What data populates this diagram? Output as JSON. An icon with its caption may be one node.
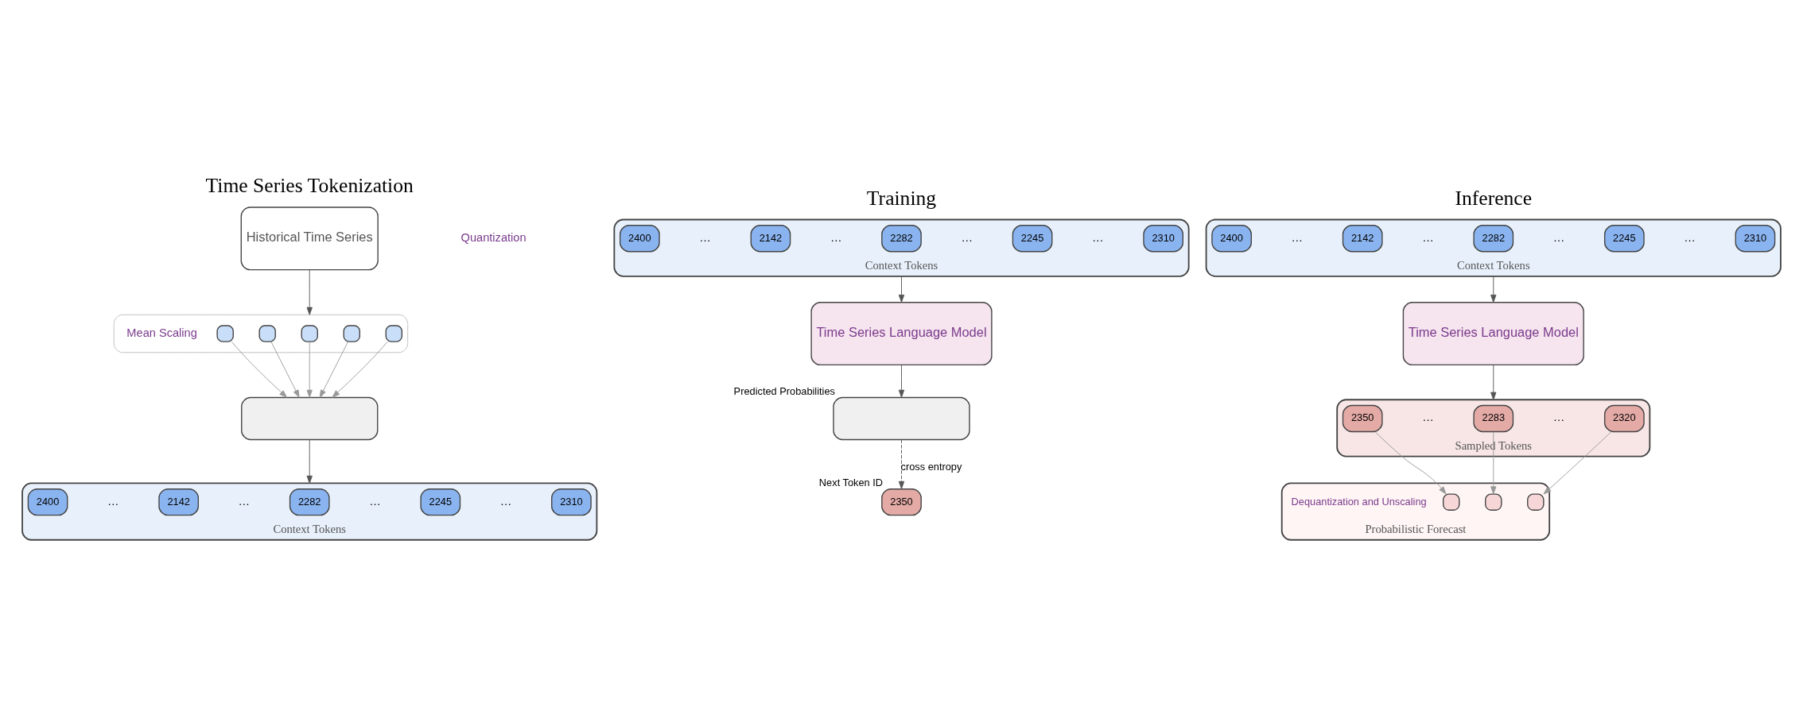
{
  "diagram": {
    "nodes": [
      {
        "text": [
          "Historical Time Series"
        ]
      },
      {
        "text": [],
        "shape": "picture"
      },
      {
        "text": [],
        "shape": "box",
        "in": 1
      },
      {
        "text": [],
        "shape": "box",
        "in": 1
      },
      {
        "text": [],
        "shape": "box",
        "in": 1
      },
      {
        "text": [],
        "shape": "box",
        "in": 1
      },
      {
        "text": [],
        "shape": "box",
        "in": 1
      },
      {
        "text": [],
        "shape": "box"
      },
      {
        "text": [
          "Context Tokens"
        ]
      },
      {
        "text": [
          "2400"
        ],
        "in": 8
      },
      {
        "text": [
          "2142"
        ],
        "in": 8
      },
      {
        "text": [
          "2282"
        ],
        "in": 8
      },
      {
        "text": [
          "2245"
        ],
        "in": 8
      },
      {
        "text": [
          "2310"
        ],
        "in": 8
      },
      {
        "text": [
          "Context Tokens"
        ]
      },
      {
        "text": [
          "2400"
        ],
        "in": 14
      },
      {
        "text": [
          "2142"
        ],
        "in": 14
      },
      {
        "text": [
          "2282"
        ],
        "in": 14
      },
      {
        "text": [
          "2245"
        ],
        "in": 14
      },
      {
        "text": [
          "2310"
        ],
        "in": 14
      },
      {
        "text": [
          "Time Series Language Model"
        ]
      },
      {
        "text": [],
        "shape": "box",
        "beside": [
          "Predicted Probabilities"
        ]
      },
      {
        "text": [
          "2350"
        ],
        "beside": [
          "Next Token ID"
        ]
      },
      {
        "text": [
          "Context Tokens"
        ]
      },
      {
        "text": [
          "2400"
        ],
        "in": 23
      },
      {
        "text": [
          "2142"
        ],
        "in": 23
      },
      {
        "text": [
          "2282"
        ],
        "in": 23
      },
      {
        "text": [
          "2245"
        ],
        "in": 23
      },
      {
        "text": [
          "2310"
        ],
        "in": 23
      },
      {
        "text": [
          "Time Series Language Model"
        ]
      },
      {
        "text": [
          "Sampled Tokens"
        ]
      },
      {
        "text": [
          "2350"
        ],
        "in": 30
      },
      {
        "text": [
          "2283"
        ],
        "in": 30
      },
      {
        "text": [
          "2320"
        ],
        "in": 30
      },
      {
        "text": [
          "Probabilistic Forecast"
        ],
        "beside": [
          "Dequantization and Unscaling"
        ]
      },
      {
        "text": [],
        "shape": "box",
        "in": 34
      },
      {
        "text": [],
        "shape": "box",
        "in": 34
      },
      {
        "text": [],
        "shape": "box",
        "in": 34
      }
    ],
    "edges": [
      {
        "from": 0,
        "to": 1,
        "arrow": "to"
      },
      {
        "from": 2,
        "to": 7,
        "arrow": "to",
        "color": "#999999"
      },
      {
        "from": 3,
        "to": 7,
        "arrow": "to",
        "color": "#999999"
      },
      {
        "from": 4,
        "to": 7,
        "arrow": "to",
        "color": "#999999"
      },
      {
        "from": 5,
        "to": 7,
        "arrow": "to",
        "color": "#999999"
      },
      {
        "from": 6,
        "to": 7,
        "arrow": "to",
        "color": "#999999"
      },
      {
        "from": 7,
        "to": 8,
        "arrow": "to"
      },
      {
        "from": 14,
        "to": 20,
        "arrow": "to"
      },
      {
        "from": 20,
        "to": 21,
        "arrow": "to"
      },
      {
        "from": 21,
        "to": 22,
        "arrow": "to",
        "style": "dashed",
        "label": "cross entropy"
      },
      {
        "from": 23,
        "to": 29,
        "arrow": "to"
      },
      {
        "from": 29,
        "to": 30,
        "arrow": "to"
      },
      {
        "from": 31,
        "to": 35,
        "arrow": "to",
        "color": "#999999"
      },
      {
        "from": 32,
        "to": 36,
        "arrow": "to",
        "color": "#999999"
      },
      {
        "from": 33,
        "to": 37,
        "arrow": "to",
        "color": "#999999"
      }
    ],
    "labels": [
      "Time Series Tokenization",
      "Training",
      "Inference",
      "Mean Scaling",
      "Quantization",
      "…",
      "…",
      "…",
      "…",
      "…",
      "…",
      "…",
      "…",
      "…",
      "…",
      "…",
      "…",
      "…",
      "…"
    ]
  }
}
